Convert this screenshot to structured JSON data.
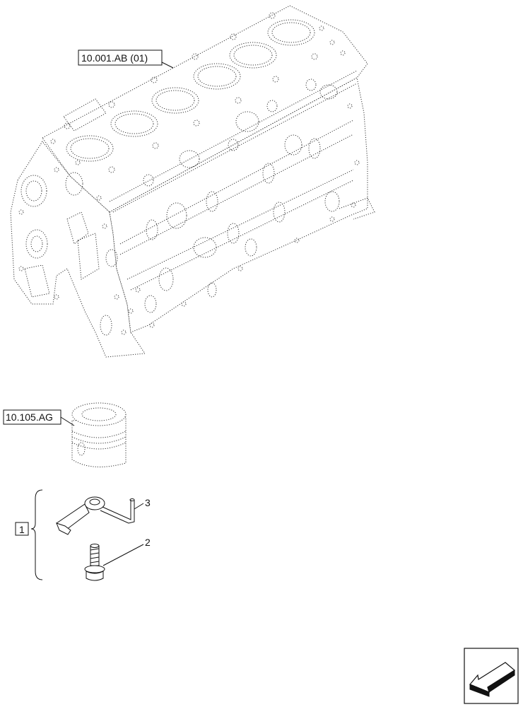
{
  "refs": {
    "engine_block": "10.001.AB (01)",
    "piston": "10.105.AG"
  },
  "group_number": "1",
  "callouts": {
    "nozzle": "3",
    "bolt": "2"
  },
  "nav_icon": "arrow-left-icon"
}
